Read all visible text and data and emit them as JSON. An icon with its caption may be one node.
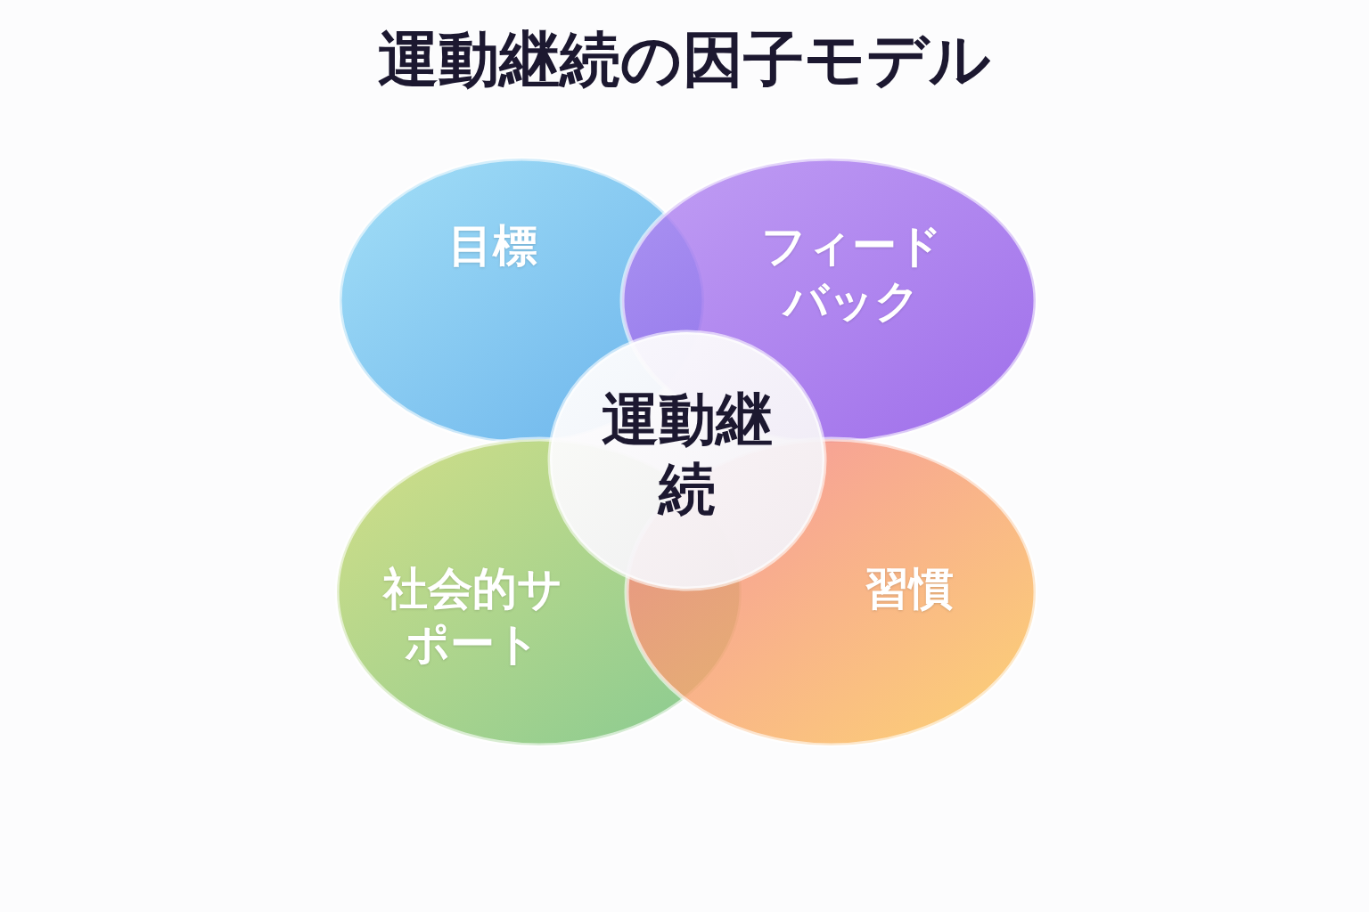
{
  "diagram": {
    "title": "運動継続の因子モデル",
    "nodes": [
      {
        "text": [
          "目標"
        ]
      },
      {
        "text": [
          "フィードバック"
        ]
      },
      {
        "text": [
          "社会的サポート"
        ]
      },
      {
        "text": [
          "習慣"
        ]
      },
      {
        "text": [
          "運動継続"
        ]
      }
    ],
    "edges": []
  }
}
